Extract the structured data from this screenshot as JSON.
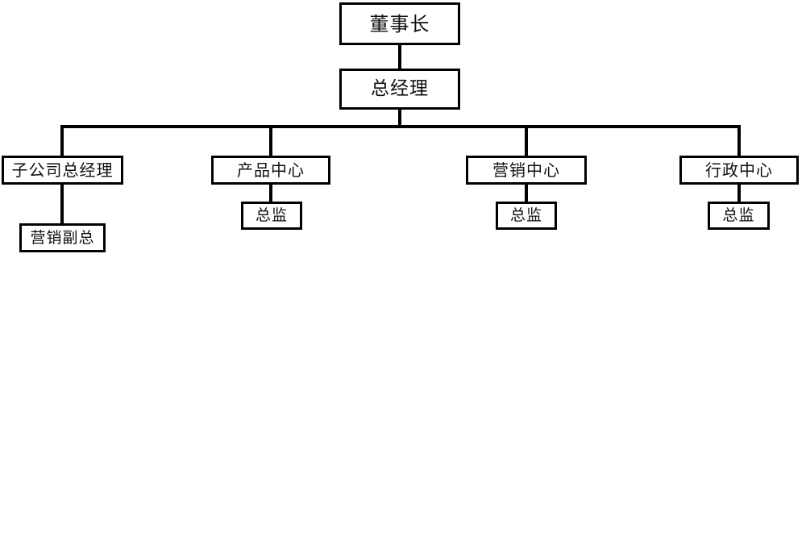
{
  "diagram": {
    "type": "org-chart",
    "title": "",
    "orientation": "top-down",
    "colors": {
      "box_border": "#000000",
      "box_fill": "#ffffff",
      "connector": "#000000",
      "text": "#111111",
      "background": "#ffffff"
    },
    "nodes": {
      "chairman": {
        "label": "董事长",
        "level": 0
      },
      "general_manager": {
        "label": "总经理",
        "level": 1
      },
      "subsidiary_gm": {
        "label": "子公司总经理",
        "level": 2
      },
      "product_center": {
        "label": "产品中心",
        "level": 2
      },
      "marketing_center": {
        "label": "营销中心",
        "level": 2
      },
      "admin_center": {
        "label": "行政中心",
        "level": 2
      },
      "vp_sales": {
        "label": "营销副总",
        "level": 3
      },
      "director_product": {
        "label": "总监",
        "level": 3
      },
      "director_marketing": {
        "label": "总监",
        "level": 3
      },
      "director_admin": {
        "label": "总监",
        "level": 3
      }
    },
    "edges": [
      {
        "from": "chairman",
        "to": "general_manager"
      },
      {
        "from": "general_manager",
        "to": "subsidiary_gm"
      },
      {
        "from": "general_manager",
        "to": "product_center"
      },
      {
        "from": "general_manager",
        "to": "marketing_center"
      },
      {
        "from": "general_manager",
        "to": "admin_center"
      },
      {
        "from": "subsidiary_gm",
        "to": "vp_sales"
      },
      {
        "from": "product_center",
        "to": "director_product"
      },
      {
        "from": "marketing_center",
        "to": "director_marketing"
      },
      {
        "from": "admin_center",
        "to": "director_admin"
      }
    ]
  }
}
